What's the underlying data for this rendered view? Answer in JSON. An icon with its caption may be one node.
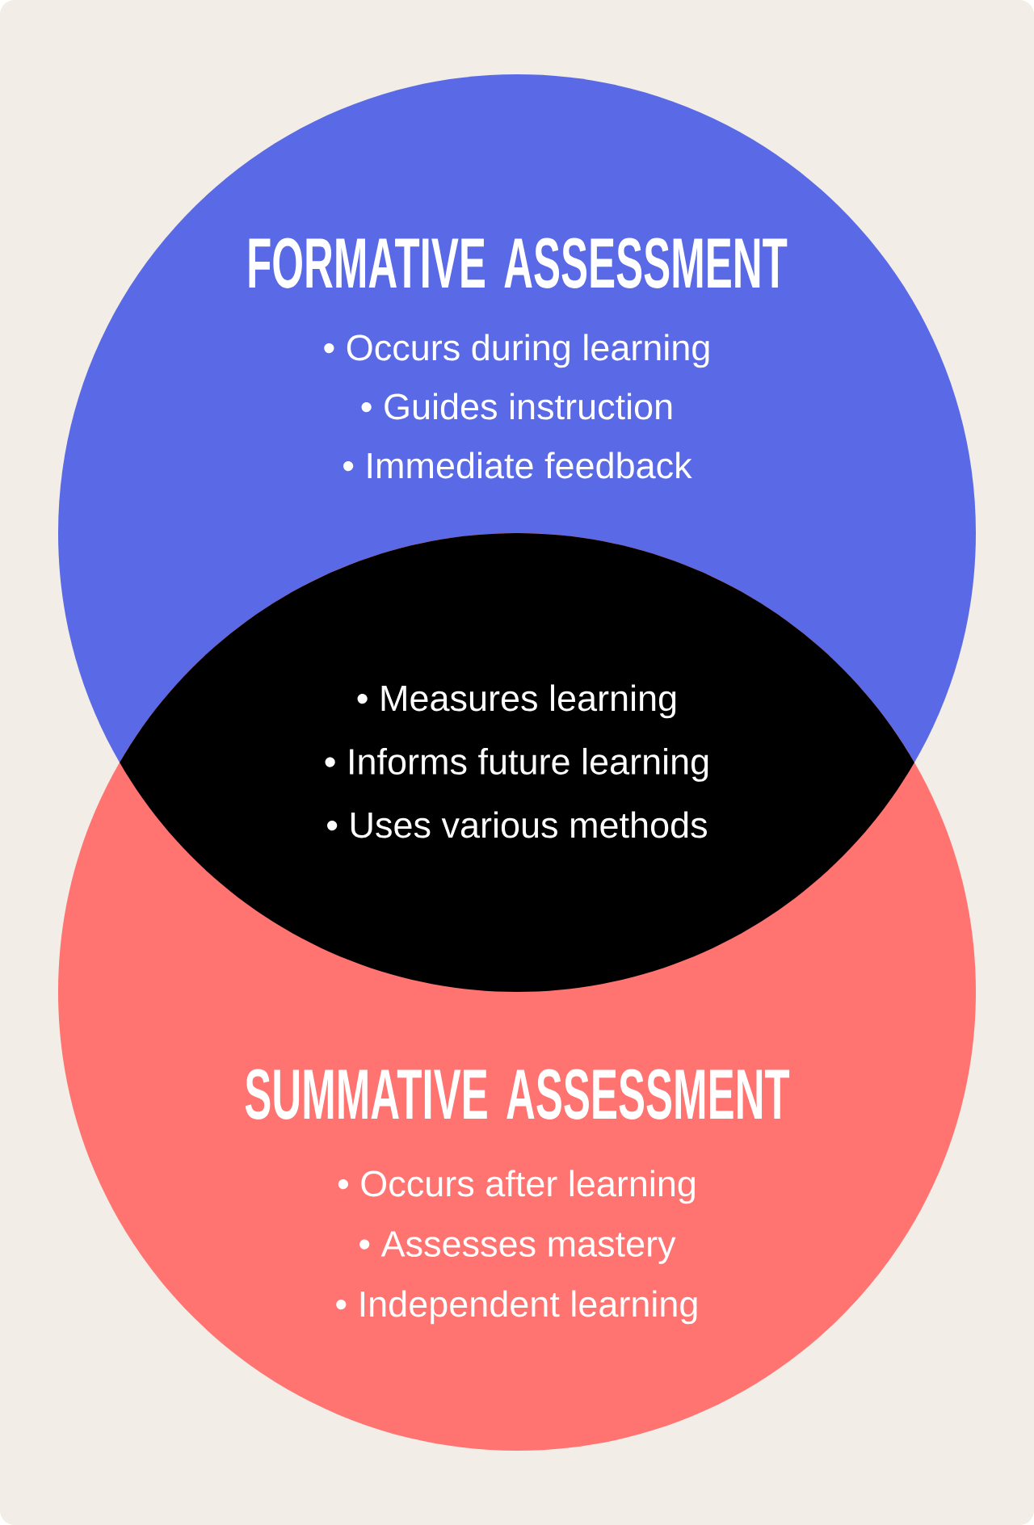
{
  "diagram": {
    "nodes": [
      {
        "text": [
          "FORMATIVE ASSESSMENT",
          "• Occurs during learning",
          "• Guides instruction",
          "• Immediate feedback"
        ]
      },
      {
        "text": [
          "• Measures learning",
          "• Informs future learning",
          "• Uses various methods"
        ]
      },
      {
        "text": [
          "SUMMATIVE ASSESSMENT",
          "• Occurs after learning",
          "• Assesses mastery",
          "• Independent learning"
        ]
      }
    ]
  }
}
